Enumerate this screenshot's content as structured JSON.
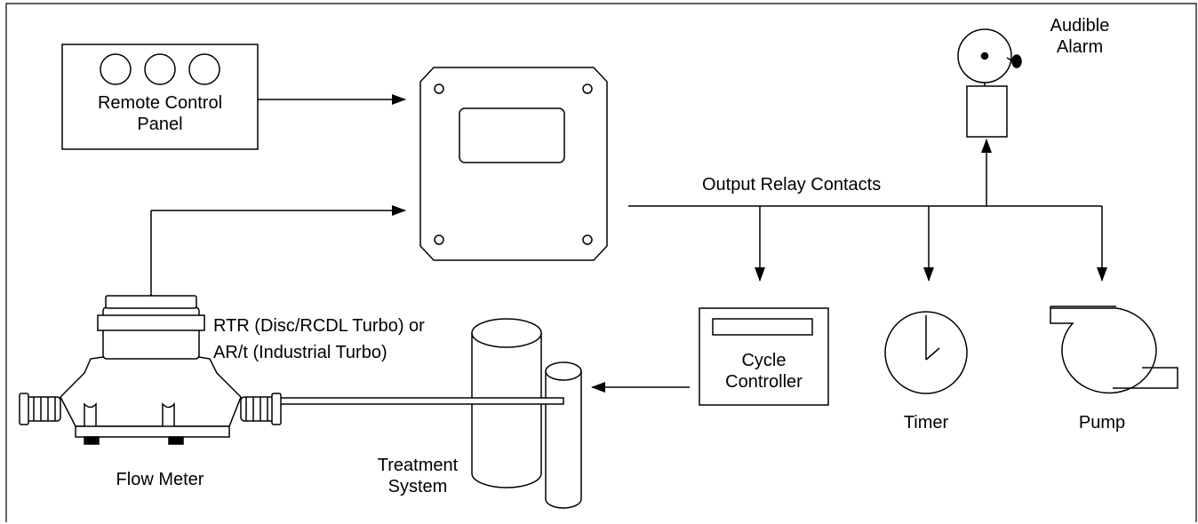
{
  "remote_panel": {
    "line1": "Remote Control",
    "line2": "Panel"
  },
  "audible_alarm": {
    "line1": "Audible",
    "line2": "Alarm"
  },
  "output_relay": {
    "label": "Output Relay Contacts"
  },
  "meter_option": {
    "line1": "RTR (Disc/RCDL Turbo) or",
    "line2": "AR/t (Industrial Turbo)"
  },
  "cycle_controller": {
    "line1": "Cycle",
    "line2": "Controller"
  },
  "timer": {
    "label": "Timer"
  },
  "pump": {
    "label": "Pump"
  },
  "flow_meter": {
    "label": "Flow Meter"
  },
  "treatment_system": {
    "line1": "Treatment",
    "line2": "System"
  },
  "colors": {
    "stroke": "#000000",
    "background": "#ffffff"
  },
  "icons": [
    "remote-panel-knob-icon",
    "controller-enclosure-icon",
    "alarm-bell-icon",
    "clock-icon",
    "pump-icon",
    "flow-meter-icon",
    "treatment-tank-icon"
  ]
}
